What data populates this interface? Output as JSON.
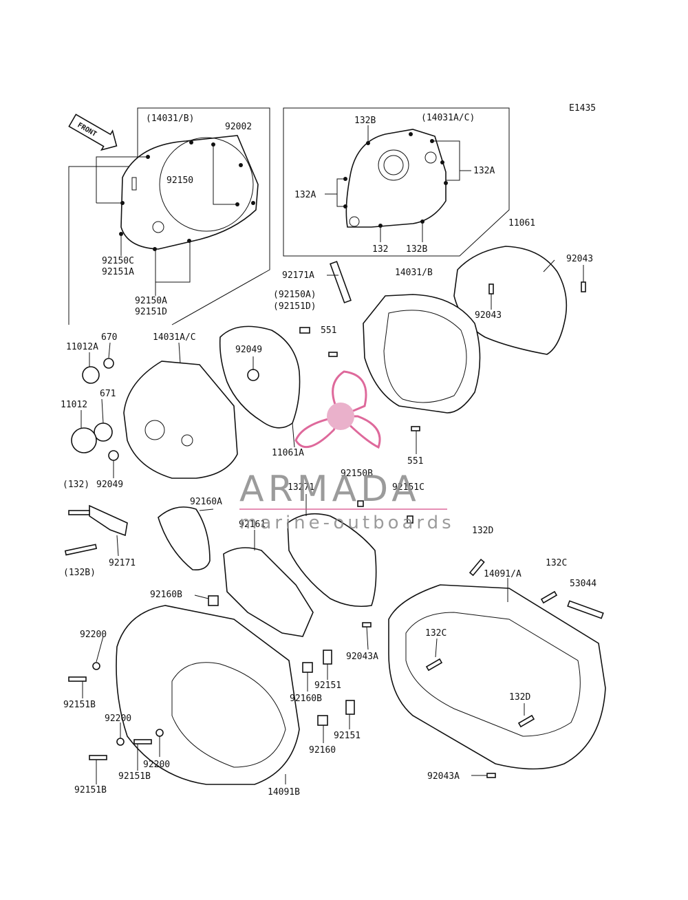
{
  "diagram_code": "E1435",
  "front_label": "FRONT",
  "logo": {
    "main": "ARMADA",
    "sub": "marine-outboards",
    "color": "#d94f8a"
  },
  "inset_left": {
    "title": "(14031/B)",
    "labels": [
      "92002",
      "92150",
      "92150C",
      "92151A",
      "92150A",
      "92151D"
    ]
  },
  "inset_right": {
    "title": "(14031A/C)",
    "labels": [
      "132B",
      "132A",
      "132A",
      "132",
      "132B"
    ]
  },
  "labels": {
    "l_11061": "11061",
    "l_92043_top": "92043",
    "l_14031B": "14031/B",
    "l_92171A": "92171A",
    "l_92150A_p": "(92150A)",
    "l_92151D_p": "(92151D)",
    "l_92043_mid": "92043",
    "l_551_top": "551",
    "l_670": "670",
    "l_11012A": "11012A",
    "l_14031AC": "14031A/C",
    "l_92049_top": "92049",
    "l_671": "671",
    "l_11012": "11012",
    "l_11061A": "11061A",
    "l_551_bot": "551",
    "l_92049_bot": "92049",
    "l_132p": "(132)",
    "l_92150B": "92150B",
    "l_13271": "13271",
    "l_92151C": "92151C",
    "l_92160A": "92160A",
    "l_92161": "92161",
    "l_132D_top": "132D",
    "l_132Bp": "(132B)",
    "l_92171": "92171",
    "l_132C_top": "132C",
    "l_14091A": "14091/A",
    "l_53044": "53044",
    "l_92160B_top": "92160B",
    "l_92200_top": "92200",
    "l_92043A_mid": "92043A",
    "l_132C_mid": "132C",
    "l_92151_a": "92151",
    "l_92151B_a": "92151B",
    "l_92160B_bot": "92160B",
    "l_132D_bot": "132D",
    "l_92200_mid": "92200",
    "l_92151_b": "92151",
    "l_92160": "92160",
    "l_92200_bot": "92200",
    "l_92151B_b": "92151B",
    "l_92043A_bot": "92043A",
    "l_92151B_c": "92151B",
    "l_14091B": "14091B"
  }
}
